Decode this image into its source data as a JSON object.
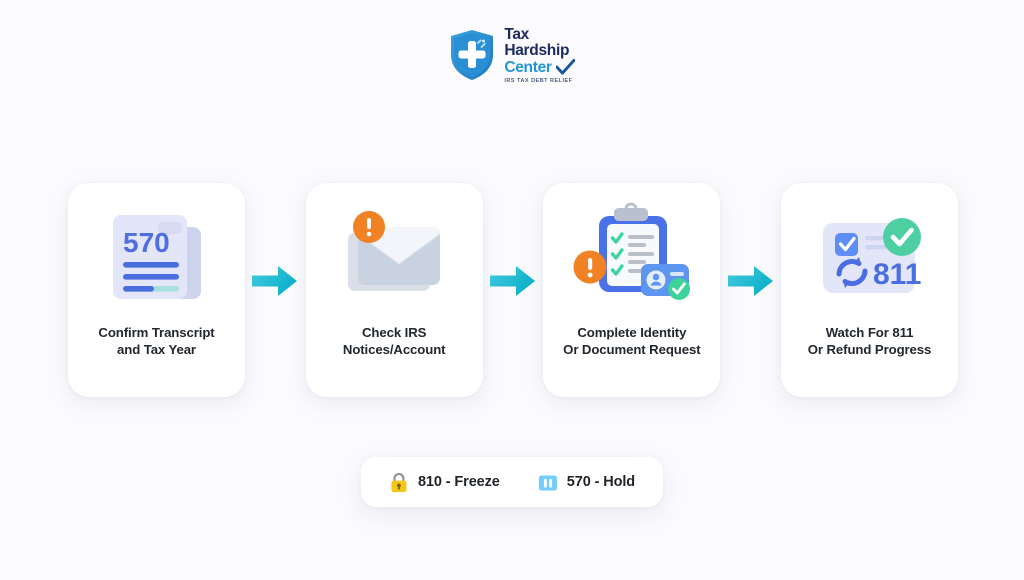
{
  "page": {
    "background_color": "#fbfbfd"
  },
  "logo": {
    "name": "tax-hardship-center-logo",
    "line1": "Tax",
    "line2": "Hardship",
    "line3": "Center",
    "tagline": "IRS TAX DEBT RELIEF",
    "shield_color": "#2a8fd4",
    "text_color_dark": "#1b2a5e",
    "text_color_accent": "#2196d6",
    "check_color": "#18579f"
  },
  "flow": {
    "arrow_color_start": "#3ec6db",
    "arrow_color_end": "#0fb3cc",
    "steps": [
      {
        "id": "step-confirm-transcript",
        "icon": "transcript-document-icon",
        "icon_number": "570",
        "label": "Confirm Transcript\nand Tax Year"
      },
      {
        "id": "step-check-irs-notices",
        "icon": "envelope-alert-icon",
        "icon_number": "",
        "label": "Check IRS\nNotices/Account"
      },
      {
        "id": "step-complete-identity",
        "icon": "clipboard-id-verification-icon",
        "icon_number": "",
        "label": "Complete Identity\nOr Document Request"
      },
      {
        "id": "step-watch-811",
        "icon": "refund-progress-icon",
        "icon_number": "811",
        "label": "Watch For 811\nOr Refund Progress"
      }
    ]
  },
  "legend": {
    "items": [
      {
        "id": "legend-810-freeze",
        "icon": "lock-icon",
        "icon_color": "#f5c518",
        "text": "810 - Freeze"
      },
      {
        "id": "legend-570-hold",
        "icon": "pause-icon",
        "icon_color": "#4fc3f7",
        "text": "570 - Hold"
      }
    ]
  }
}
